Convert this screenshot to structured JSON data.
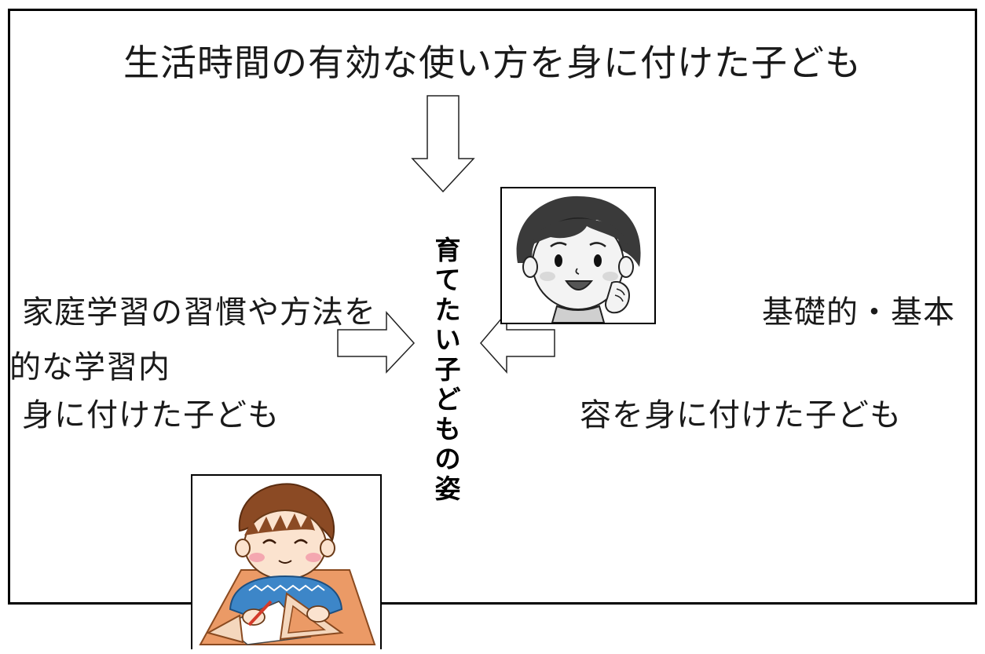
{
  "title": "生活時間の有効な使い方を身に付けた子ども",
  "left_goal": {
    "line1": "家庭学習の習慣や方法を",
    "line2": "的な学習内",
    "line3": "身に付けた子ども"
  },
  "right_goal": {
    "line1": "基礎的・基本",
    "line3": "容を身に付けた子ども"
  },
  "center_label": [
    "育",
    "て",
    "た",
    "い",
    "子",
    "ど",
    "も",
    "の",
    "姿"
  ],
  "icons": [
    "arrow-down-icon",
    "arrow-right-icon",
    "arrow-left-icon",
    "girl-illustration",
    "boy-studying-illustration"
  ]
}
